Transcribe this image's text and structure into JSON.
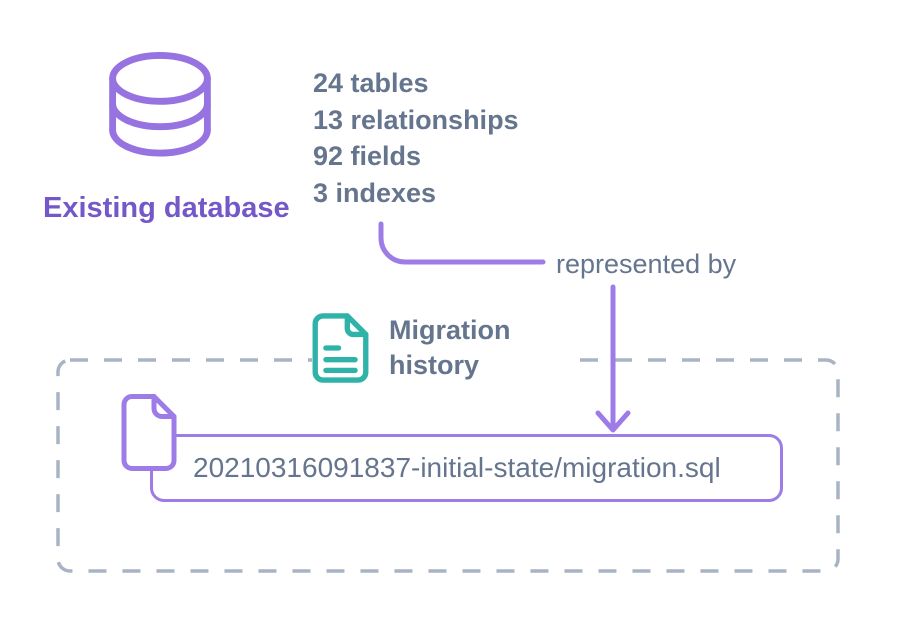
{
  "colors": {
    "purple": "#9d7ce8",
    "purple_icon": "#9673e1",
    "purple_deep": "#7458c8",
    "slate": "#66758e",
    "teal": "#2fb3a8",
    "dash": "#a8b4c6",
    "bg": "#ffffff"
  },
  "existing_database": {
    "label": "Existing database"
  },
  "stats": {
    "lines": [
      "24 tables",
      "13 relationships",
      "92 fields",
      "3 indexes"
    ]
  },
  "connector": {
    "label": "represented by"
  },
  "migration_history": {
    "label_line1": "Migration",
    "label_line2": "history"
  },
  "migration_file": {
    "name": "20210316091837-initial-state/migration.sql"
  }
}
